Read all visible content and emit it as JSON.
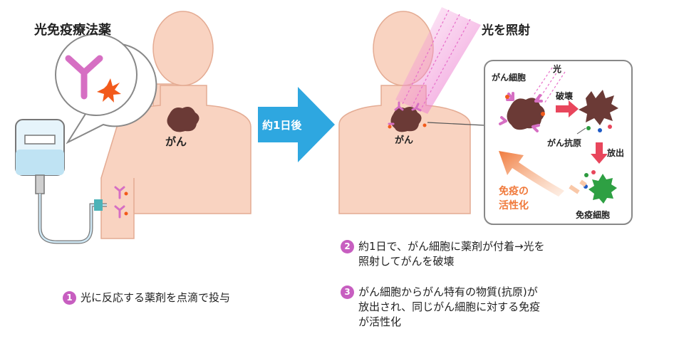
{
  "left_panel": {
    "title": "光免疫療法薬",
    "cancer_label": "がん"
  },
  "arrow": {
    "label": "約1日後"
  },
  "right_panel": {
    "light_label": "光を照射",
    "cancer_label": "がん"
  },
  "inset": {
    "cancer_cell": "がん細胞",
    "light": "光",
    "destroy": "破壊",
    "antigen": "がん抗原",
    "release": "放出",
    "immune_cell": "免疫細胞",
    "activation_line1": "免疫の",
    "activation_line2": "活性化"
  },
  "steps": [
    {
      "num": "1",
      "text": "光に反応する薬剤を点滴で投与"
    },
    {
      "num": "2",
      "line1": "約1日で、がん細胞に薬剤が付着→光を",
      "line2": "照射してがんを破壊"
    },
    {
      "num": "3",
      "line1": "がん細胞からがん特有の物質(抗原)が",
      "line2": "放出され、同じがん細胞に対する免疫",
      "line3": "が活性化"
    }
  ],
  "colors": {
    "skin": "#f9d3c1",
    "skin_outline": "#e4ab93",
    "tumor": "#6b3a36",
    "antibody": "#d66fc3",
    "arrow": "#2ea7e0",
    "activation": "#f07a3c",
    "step_badge": "#c75ec0"
  }
}
